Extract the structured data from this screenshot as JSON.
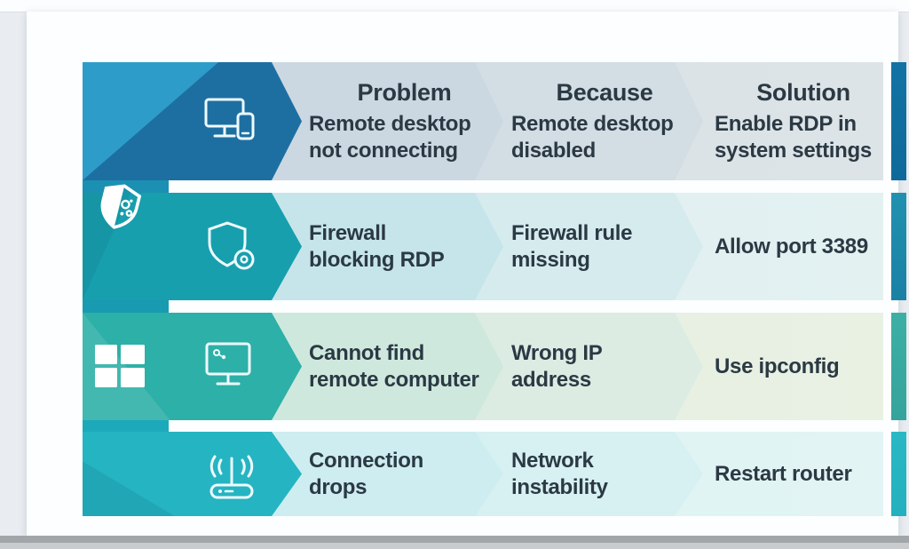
{
  "columns": {
    "problem": "Problem",
    "because": "Because",
    "solution": "Solution"
  },
  "rows": [
    {
      "icon": "desktop-and-phone-icon",
      "problem": [
        "Remote desktop",
        "not connecting"
      ],
      "because": [
        "Remote desktop",
        "disabled"
      ],
      "solution": [
        "Enable RDP in",
        "system settings"
      ]
    },
    {
      "icon": "shield-gear-icon",
      "problem": [
        "Firewall",
        "blocking RDP"
      ],
      "because": [
        "Firewall rule",
        "missing"
      ],
      "solution": [
        "Allow port 3389"
      ]
    },
    {
      "icon": "monitor-search-icon",
      "problem": [
        "Cannot find",
        "remote computer"
      ],
      "because": [
        "Wrong IP",
        "address"
      ],
      "solution": [
        "Use ipconfig"
      ]
    },
    {
      "icon": "wifi-router-icon",
      "problem": [
        "Connection",
        "drops"
      ],
      "because": [
        "Network",
        "instability"
      ],
      "solution": [
        "Restart router"
      ]
    }
  ],
  "sidebar_icons": {
    "top": "security-shield-icon",
    "bottom": "windows-logo"
  },
  "colors": {
    "accent1": "#1d6fa2",
    "accent2": "#189fae",
    "accent3": "#2db0a7",
    "accent4": "#25b4c2",
    "textColor": "#2b3944"
  }
}
